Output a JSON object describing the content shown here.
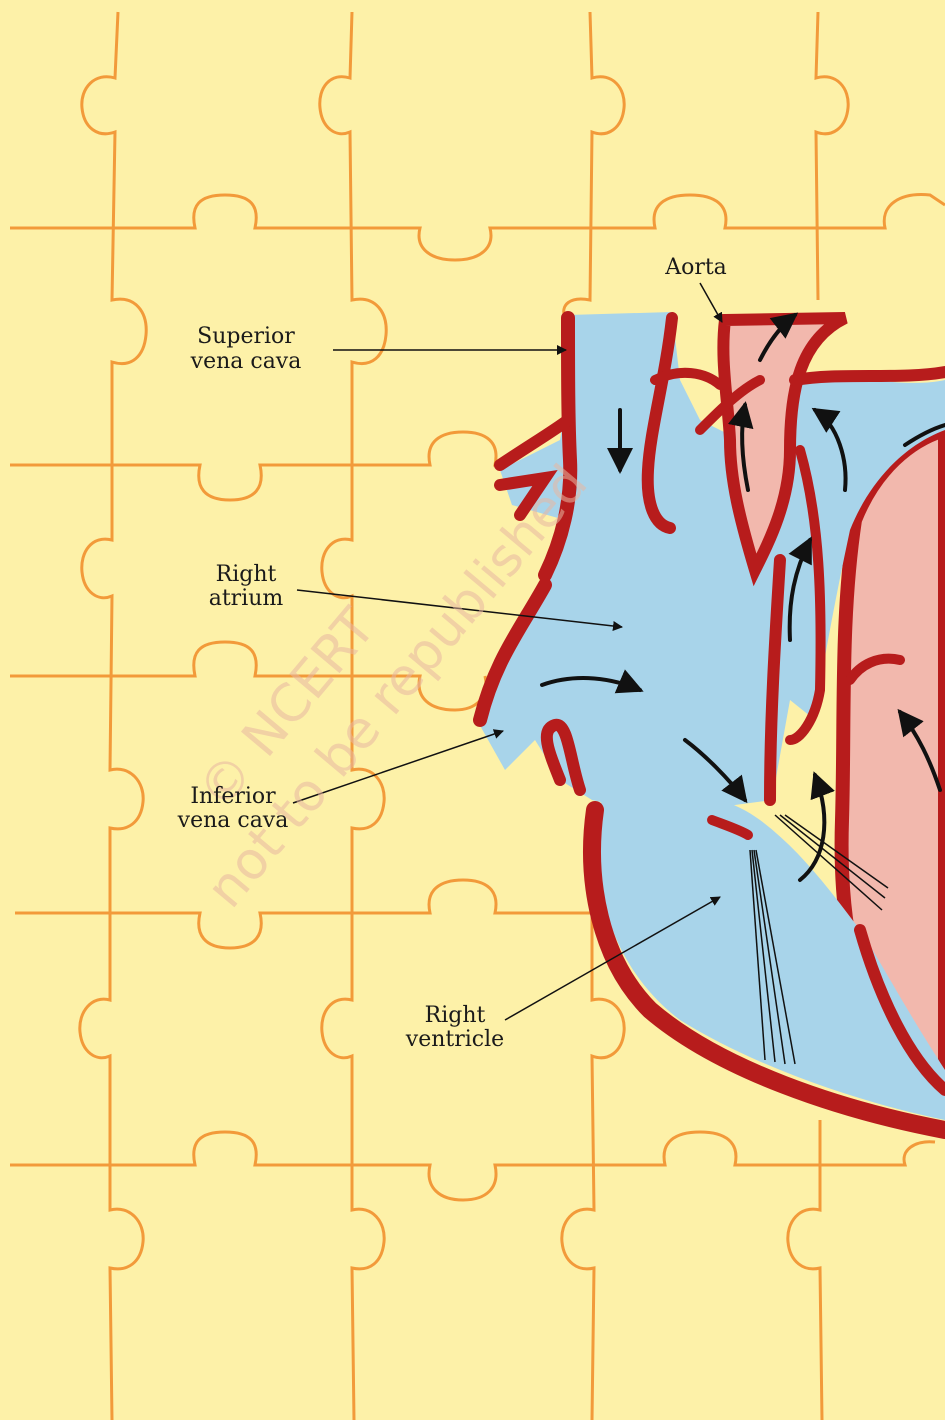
{
  "labels": {
    "aorta": "Aorta",
    "superior_vena_cava_1": "Superior",
    "superior_vena_cava_2": "vena cava",
    "right_atrium_1": "Right",
    "right_atrium_2": "atrium",
    "inferior_vena_cava_1": "Inferior",
    "inferior_vena_cava_2": "vena cava",
    "right_ventricle_1": "Right",
    "right_ventricle_2": "ventricle"
  },
  "watermark": {
    "line1": "© NCERT",
    "line2": "not to be republished"
  },
  "colors": {
    "background": "#fdf1a8",
    "puzzle_lines": "#f29a3a",
    "deoxygenated_blood": "#a8d4ea",
    "oxygenated_blood": "#f2b8ad",
    "heart_wall": "#b71c1c",
    "arrows": "#111111"
  }
}
